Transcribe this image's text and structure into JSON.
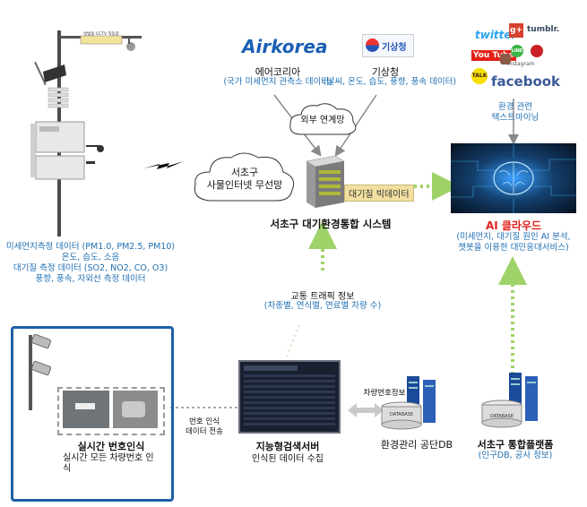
{
  "sensor_station": {
    "sign_text": "방범용 CCTV 작동중",
    "caption_lines": [
      "미세먼지측정 데이터 (PM1.0, PM2.5, PM10)",
      "온도, 습도, 소음",
      "대기질 측정 데이터 (SO2, NO2, CO, O3)",
      "풍향, 풍속, 자외선 측정 데이터"
    ]
  },
  "airkorea": {
    "logo": "Airkorea",
    "title": "에어코리아",
    "subtitle": "(국가 미세먼지 관측소 데이터)"
  },
  "kma": {
    "logo": "기상청",
    "title": "기상청",
    "subtitle": "(날씨, 온도, 습도, 풍향, 풍속 데이터)"
  },
  "social": {
    "logos": [
      "twitter",
      "g+",
      "tumblr.",
      "You Tube",
      "LINE",
      "Instagram",
      "TALK",
      "facebook"
    ],
    "caption_lines": [
      "환경 관련",
      "텍스트마이닝"
    ]
  },
  "external_cloud": {
    "label": "외부 연계망"
  },
  "iot_cloud": {
    "label_lines": [
      "서초구",
      "사물인터넷 무선망"
    ]
  },
  "central_server": {
    "badge": "대기질 빅데이터",
    "title": "서초구 대기환경통합 시스템"
  },
  "ai_cloud": {
    "title": "AI 클라우드",
    "subtitle_lines": [
      "(미세먼지, 대기질 원인 AI 분석,",
      "챗봇을 이용한 대민응대서비스)"
    ]
  },
  "traffic": {
    "title": "교통 트래픽 정보",
    "subtitle": "(차종별, 연식별, 연료별 차량 수)"
  },
  "plate_recognition": {
    "title": "실시간 번호인식",
    "subtitle_lines": [
      "실시간 모든 차량번호 인",
      "식"
    ]
  },
  "transfer_label": {
    "lines": [
      "번호 인식",
      "데이터 전송"
    ]
  },
  "search_server": {
    "title": "지능형검색서버",
    "subtitle": "인식된 데이터 수집"
  },
  "vehicle_info_label": "차량번호정보",
  "env_db": {
    "db_label": "DATABASE",
    "title": "환경관리 공단DB"
  },
  "seocho_platform": {
    "db_label": "DATABASE",
    "title": "서초구 통합플랫폼",
    "subtitle": "(인구DB, 공사 정보)"
  },
  "colors": {
    "green_arrow": "#9fd36a",
    "blue_text": "#1f6fb2",
    "red_title": "#e0201c",
    "frame_blue": "#1e5fa8"
  }
}
